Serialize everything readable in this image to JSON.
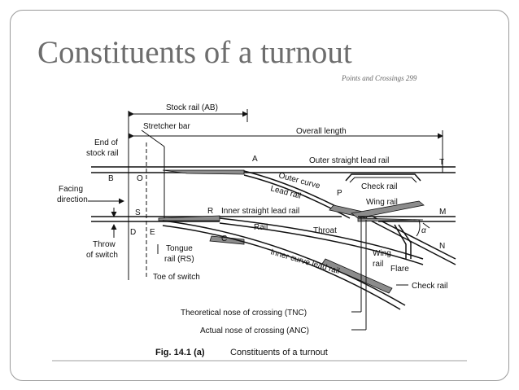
{
  "slide": {
    "title": "Constituents of a turnout",
    "header_fragment": "Points and Crossings 299"
  },
  "diagram": {
    "labels": {
      "stock_rail_ab": "Stock rail (AB)",
      "stretcher_bar": "Stretcher bar",
      "end_of": "End of",
      "stock_rail": "stock rail",
      "overall_length": "Overall length",
      "A": "A",
      "outer_straight_lead_rail": "Outer straight lead rail",
      "T": "T",
      "B": "B",
      "O": "O",
      "outer_curve": "Outer curve",
      "lead_rail": "Lead rail",
      "P": "P",
      "check_rail_top": "Check rail",
      "wing_rail_top": "Wing rail",
      "facing": "Facing",
      "direction": "direction",
      "S": "S",
      "R": "R",
      "inner_straight_lead_rail": "Inner straight lead rail",
      "M": "M",
      "rail": "Rail",
      "throat": "Throat",
      "alpha": "α",
      "D": "D",
      "E": "E",
      "C": "C",
      "throw": "Throw",
      "of_switch": "of switch",
      "tongue": "Tongue",
      "rail_rs": "rail (RS)",
      "wing": "Wing",
      "wing_rail_word": "rail",
      "N": "N",
      "inner_curve_lead_rail": "Inner curve lead rail",
      "flare": "Flare",
      "toe_of_switch": "Toe of switch",
      "check_rail_bottom": "Check rail",
      "tnc": "Theoretical nose of crossing (TNC)",
      "anc": "Actual nose of crossing (ANC)"
    },
    "caption": {
      "fig": "Fig. 14.1 (a)",
      "text": "Constituents of a turnout"
    }
  }
}
